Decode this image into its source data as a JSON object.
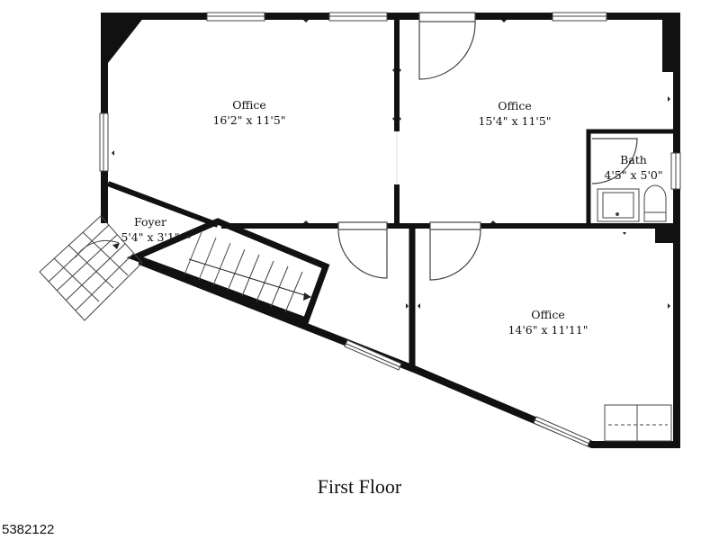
{
  "plan": {
    "rooms": [
      {
        "name": "Office",
        "size": "16'2\" x 11'5\""
      },
      {
        "name": "Office",
        "size": "15'4\" x 11'5\""
      },
      {
        "name": "Bath",
        "size": "4'5\" x 5'0\""
      },
      {
        "name": "Foyer",
        "size": "5'4\" x 3'1\""
      },
      {
        "name": "Office",
        "size": "14'6\" x 11'11\""
      }
    ],
    "floor_title": "First Floor",
    "listing_id": "5382122",
    "colors": {
      "wall": "#111111",
      "line": "#444444",
      "background": "#ffffff"
    }
  }
}
